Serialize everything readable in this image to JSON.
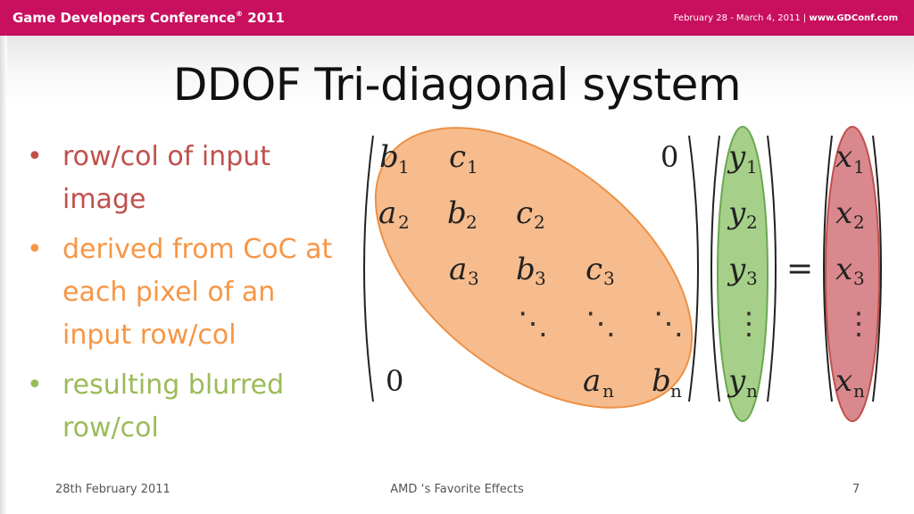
{
  "header": {
    "conference": "Game Developers Conference",
    "registered_mark": "®",
    "year": "2011",
    "dates": "February 28 - March 4, 2011 |",
    "website": "www.GDConf.com",
    "bar_color": "#c8105e"
  },
  "slide": {
    "title": "DDOF Tri-diagonal system",
    "bullets": [
      {
        "text": "row/col of input image",
        "lines": [
          "row/col of input",
          "image"
        ],
        "color": "#c0504d"
      },
      {
        "text": "derived from CoC at each pixel of an input row/col",
        "lines": [
          "derived from CoC at",
          "each pixel of an",
          "input row/col"
        ],
        "color": "#f79646"
      },
      {
        "text": "resulting blurred row/col",
        "lines": [
          "resulting blurred",
          "row/col"
        ],
        "color": "#9bbb59"
      }
    ]
  },
  "equation": {
    "matrix": {
      "row1": [
        "b",
        "1",
        "c",
        "1",
        "0"
      ],
      "row2": [
        "a",
        "2",
        "b",
        "2",
        "c",
        "2"
      ],
      "row3": [
        "a",
        "3",
        "b",
        "3",
        "c",
        "3"
      ],
      "dots": "⋱",
      "row_n": [
        "0",
        "a",
        "n",
        "b",
        "n"
      ],
      "highlight_color": "#f7b987"
    },
    "y_vector": {
      "entries": [
        [
          "y",
          "1"
        ],
        [
          "y",
          "2"
        ],
        [
          "y",
          "3"
        ],
        [
          "⋮",
          ""
        ],
        [
          "y",
          "n"
        ]
      ],
      "highlight_color": "#a6d08a"
    },
    "equals": "=",
    "x_vector": {
      "entries": [
        [
          "x",
          "1"
        ],
        [
          "x",
          "2"
        ],
        [
          "x",
          "3"
        ],
        [
          "⋮",
          ""
        ],
        [
          "x",
          "n"
        ]
      ],
      "highlight_color": "#d9898d"
    }
  },
  "footer": {
    "date": "28th February 2011",
    "center": "AMD ‘s Favorite Effects",
    "page": "7"
  }
}
